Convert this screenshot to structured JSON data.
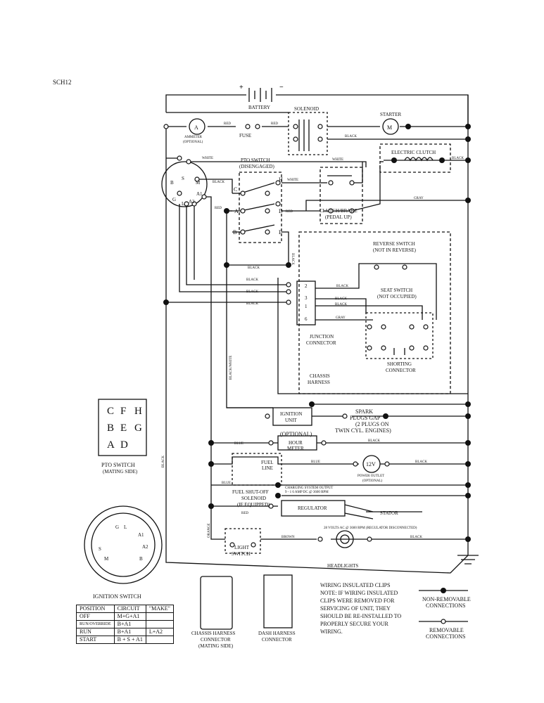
{
  "doc_code": "SCH12",
  "labels": {
    "battery": "BATTERY",
    "solenoid": "SOLENOID",
    "starter": "STARTER",
    "ammeter": "AMMETER",
    "ammeter_opt": "(OPTIONAL)",
    "fuse": "FUSE",
    "electric_clutch": "ELECTRIC CLUTCH",
    "pto_switch": "PTO SWITCH",
    "pto_disengaged": "(DISENGAGED)",
    "clutch_brake": "CLUTCH/BRAKE",
    "pedal_up": "(PEDAL UP)",
    "reverse_switch": "REVERSE SWITCH",
    "not_in_reverse": "(NOT IN REVERSE)",
    "seat_switch": "SEAT SWITCH",
    "not_occupied": "(NOT OCCUPIED)",
    "junction": "JUNCTION",
    "connector": "CONNECTOR",
    "shorting": "SHORTING",
    "chassis": "CHASSIS",
    "harness": "HARNESS",
    "ignition_unit_1": "IGNITION",
    "ignition_unit_2": "UNIT",
    "spark_1": "SPARK",
    "spark_2": "PLUGS GAP",
    "spark_3": "(2 PLUGS ON",
    "spark_4": "TWIN CYL. ENGINES)",
    "optional": "(OPTIONAL)",
    "hour": "HOUR",
    "meter": "METER",
    "fuel_line_1": "FUEL",
    "fuel_line_2": "LINE",
    "twelve_v": "12V",
    "power_outlet": "POWER OUTLET",
    "power_outlet_opt": "(OPTIONAL)",
    "fuel_shutoff_1": "FUEL SHUT-OFF",
    "fuel_shutoff_2": "SOLENOID",
    "fuel_shutoff_3": "(IF EQUIPPED)",
    "charging_1": "CHARGING SYSTEM OUTPUT",
    "charging_2": "9 - 1 6 AMP DC @ 3600 RPM",
    "regulator": "REGULATOR",
    "stator": "STATOR",
    "ac_note": "28 VOLTS AC @ 3600 RPM (REGULATOR DISCONNECTED)",
    "light_1": "LIGHT",
    "light_2": "SWITCH",
    "headlights": "HEADLIGHTS",
    "pto_mating_1": "PTO SWITCH",
    "pto_mating_2": "(MATING SIDE)",
    "ignition_switch": "IGNITION SWITCH",
    "chassis_conn_1": "CHASSIS HARNESS",
    "chassis_conn_2": "CONNECTOR",
    "chassis_conn_3": "(MATING SIDE)",
    "dash_conn_1": "DASH HARNESS",
    "dash_conn_2": "CONNECTOR",
    "note_1": "WIRING INSULATED CLIPS",
    "note_2": "NOTE: IF WIRING INSULATED",
    "note_3": "CLIPS WERE REMOVED FOR",
    "note_4": "SERVICING OF UNIT, THEY",
    "note_5": "SHOULD BE RE-INSTALLED TO",
    "note_6": "PROPERLY SECURE YOUR",
    "note_7": "WIRING.",
    "nonremovable_1": "NON-REMOVABLE",
    "nonremovable_2": "CONNECTIONS",
    "removable_1": "REMOVABLE",
    "removable_2": "CONNECTIONS"
  },
  "wire": {
    "red": "RED",
    "black": "BLACK",
    "white": "WHITE",
    "gray": "GRAY",
    "blue": "BLUE",
    "brown": "BROWN",
    "orange": "ORANGE",
    "black_white": "BLACK/WHITE"
  },
  "pins": {
    "H": "H",
    "C": "C",
    "A": "A",
    "D": "D",
    "B": "B",
    "E": "E",
    "S": "S",
    "M": "M",
    "A1": "A1",
    "A2": "A2",
    "G": "G",
    "L": "L",
    "F": "F",
    "j2": "2",
    "j3": "3",
    "j1": "1",
    "j6": "6"
  },
  "pto_grid": [
    [
      "C",
      "F",
      "H"
    ],
    [
      "B",
      "E",
      "G"
    ],
    [
      "A",
      "D"
    ]
  ],
  "ign_table": {
    "headers": [
      "POSITION",
      "CIRCUIT",
      "\"MAKE\""
    ],
    "rows": [
      [
        "OFF",
        "M+G+A1",
        ""
      ],
      [
        "RUN/OVERRIDE",
        "B+A1",
        ""
      ],
      [
        "RUN",
        "B+A1",
        "L+A2"
      ],
      [
        "START",
        "B + S + A1",
        ""
      ]
    ]
  }
}
